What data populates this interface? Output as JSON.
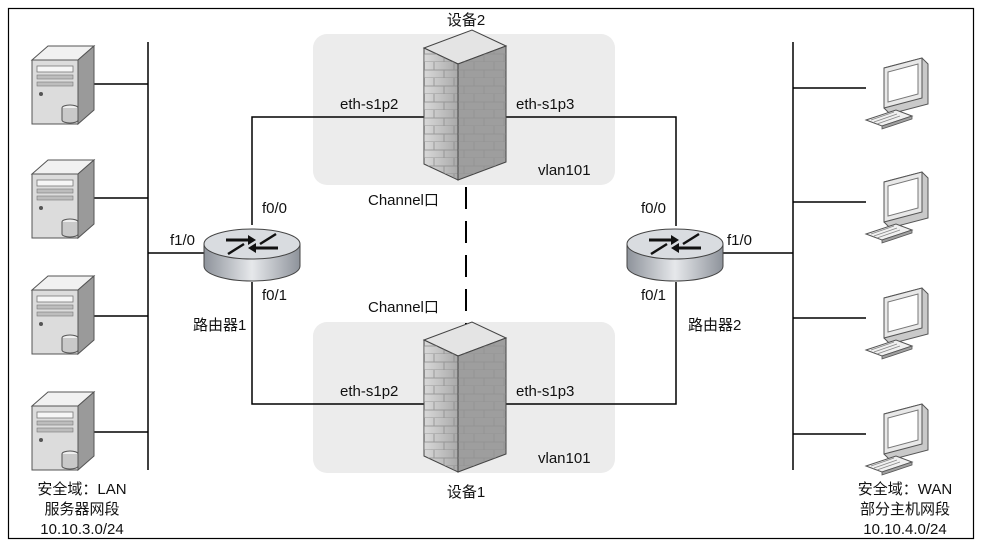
{
  "device_top": {
    "name": "设备2",
    "port_left": "eth-s1p2",
    "port_right": "eth-s1p3",
    "vlan": "vlan101",
    "channel": "Channel口"
  },
  "device_bottom": {
    "name": "设备1",
    "port_left": "eth-s1p2",
    "port_right": "eth-s1p3",
    "vlan": "vlan101",
    "channel": "Channel口"
  },
  "router_left": {
    "name": "路由器1",
    "port_up": "f0/0",
    "port_down": "f0/1",
    "port_side": "f1/0"
  },
  "router_right": {
    "name": "路由器2",
    "port_up": "f0/0",
    "port_down": "f0/1",
    "port_side": "f1/0"
  },
  "lan": {
    "line1": "安全域：LAN",
    "line2": "服务器网段",
    "line3": "10.10.3.0/24"
  },
  "wan": {
    "line1": "安全域：WAN",
    "line2": "部分主机网段",
    "line3": "10.10.4.0/24"
  },
  "colors": {
    "zone": "#ececec",
    "line": "#000000",
    "router": "#c8ccd2",
    "firewall": "#b7b7b7"
  }
}
